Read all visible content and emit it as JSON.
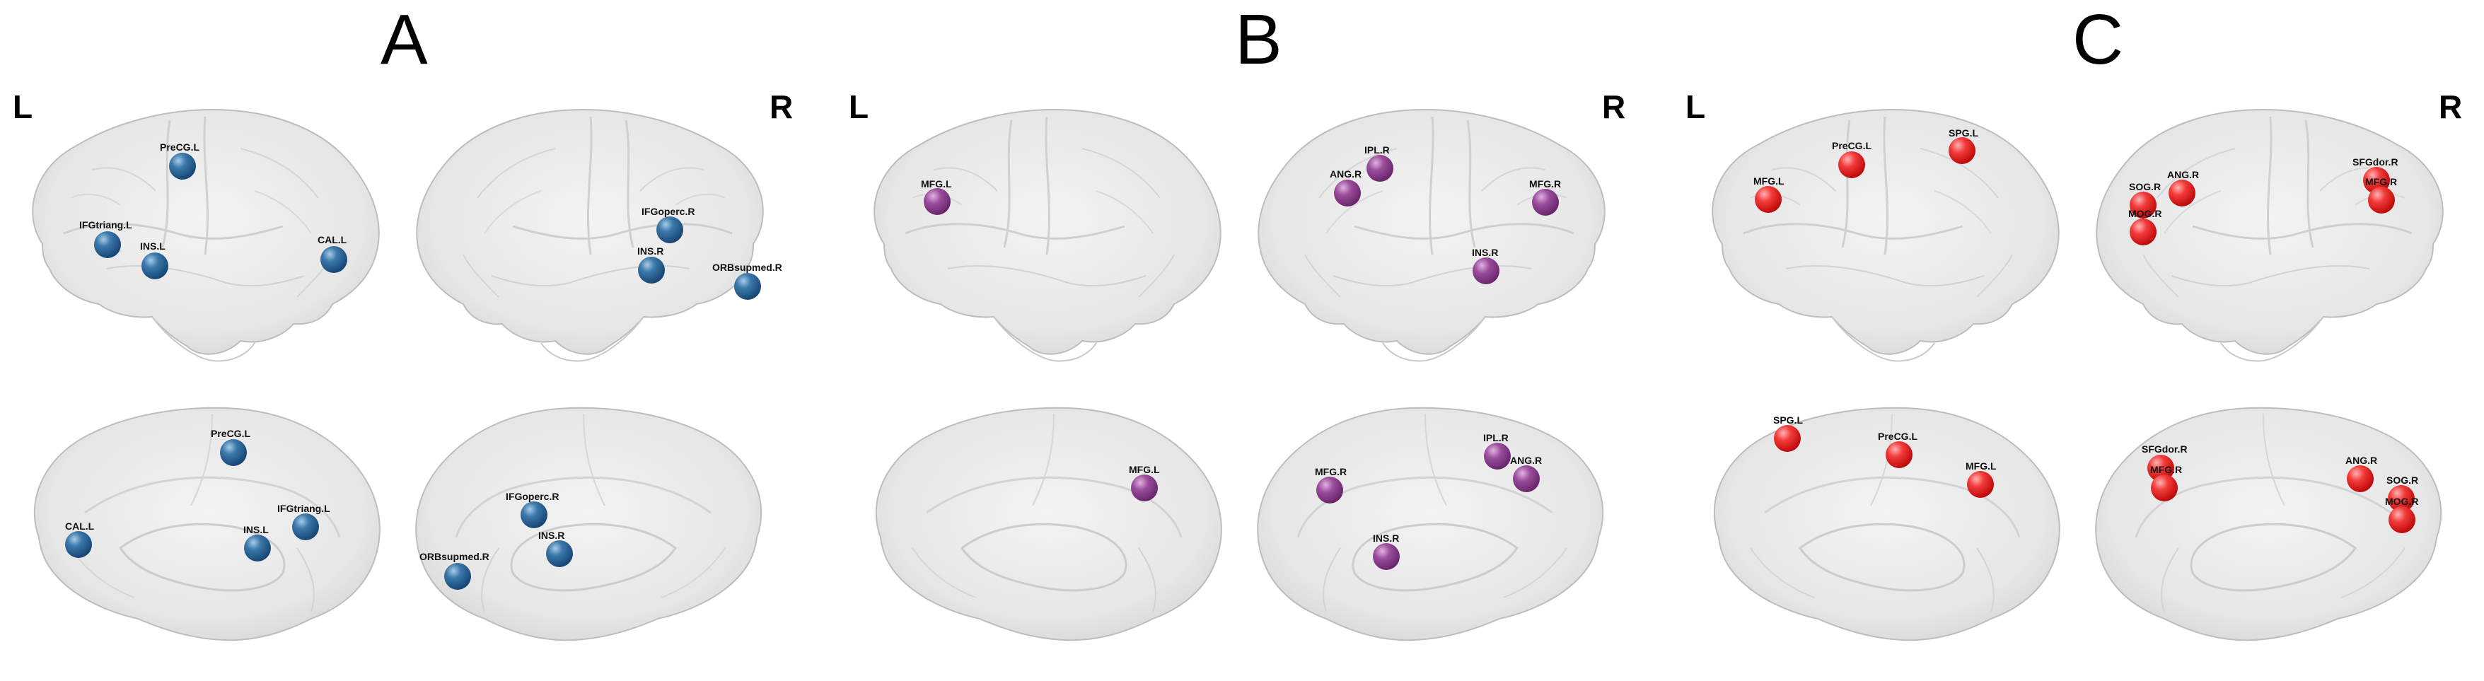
{
  "panels": {
    "A": "A",
    "B": "B",
    "C": "C"
  },
  "hemispheres": {
    "left": "L",
    "right": "R"
  },
  "node_colors": {
    "A": "#1f5a8f",
    "B": "#7a2f7d",
    "C": "#e01818"
  },
  "labels": {
    "A_tl": [
      "PreCG.L",
      "IFGtriang.L",
      "INS.L",
      "CAL.L"
    ],
    "A_tr": [
      "IFGoperc.R",
      "INS.R",
      "ORBsupmed.R"
    ],
    "A_bl": [
      "PreCG.L",
      "CAL.L",
      "INS.L",
      "IFGtriang.L"
    ],
    "A_br": [
      "IFGoperc.R",
      "ORBsupmed.R",
      "INS.R"
    ],
    "B_tl": [
      "MFG.L"
    ],
    "B_tr": [
      "IPL.R",
      "ANG.R",
      "MFG.R",
      "INS.R"
    ],
    "B_bl": [
      "MFG.L"
    ],
    "B_br": [
      "IPL.R",
      "ANG.R",
      "MFG.R",
      "INS.R"
    ],
    "C_tl": [
      "PreCG.L",
      "SPG.L",
      "MFG.L"
    ],
    "C_tr": [
      "ANG.R",
      "SFGdor.R",
      "SOG.R",
      "MFG.R",
      "MOG.R"
    ],
    "C_bl": [
      "SPG.L",
      "PreCG.L",
      "MFG.L"
    ],
    "C_br": [
      "SFGdor.R",
      "MFG.R",
      "ANG.R",
      "SOG.R",
      "MOG.R"
    ]
  }
}
